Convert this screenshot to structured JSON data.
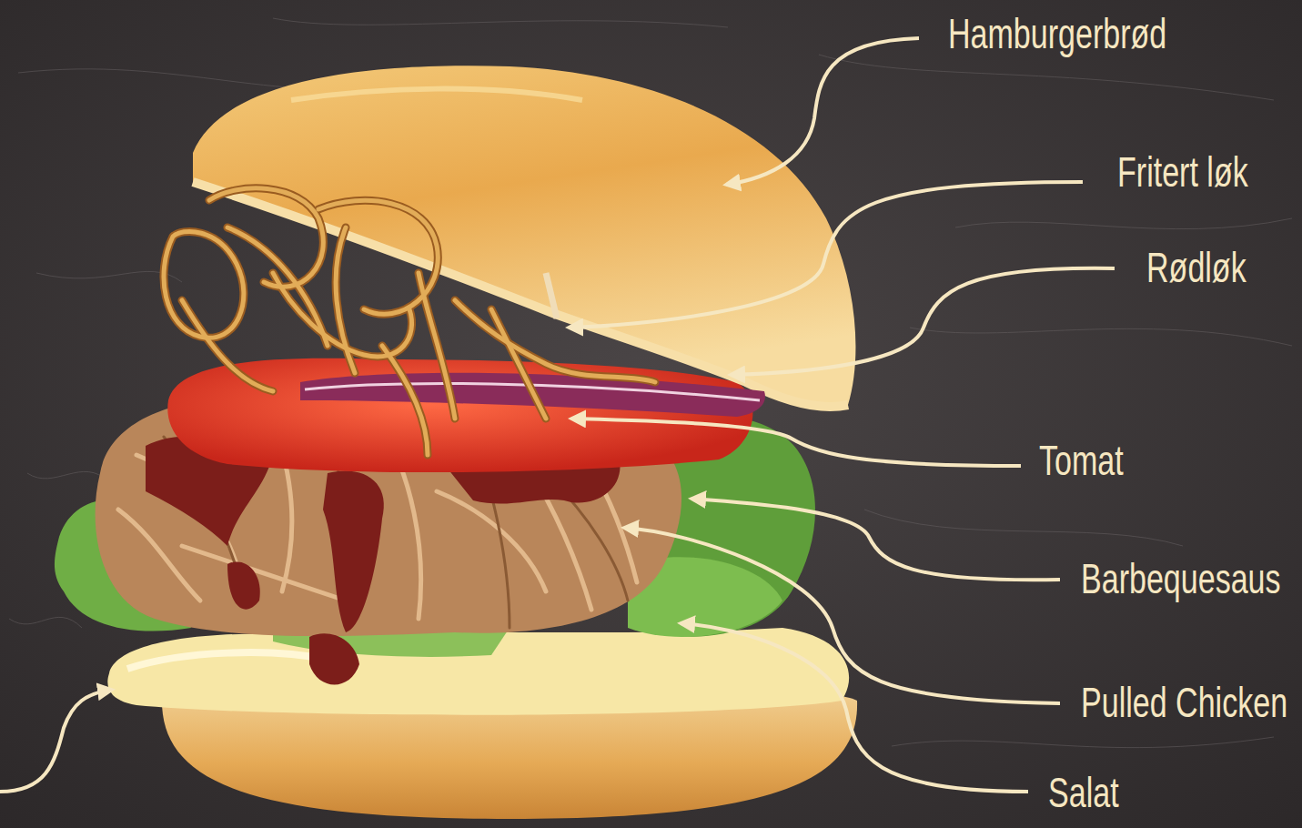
{
  "diagram": {
    "labels": [
      "Hamburgerbrød",
      "Fritert løk",
      "Rødløk",
      "Tomat",
      "Barbequesaus",
      "Pulled Chicken",
      "Salat"
    ]
  }
}
